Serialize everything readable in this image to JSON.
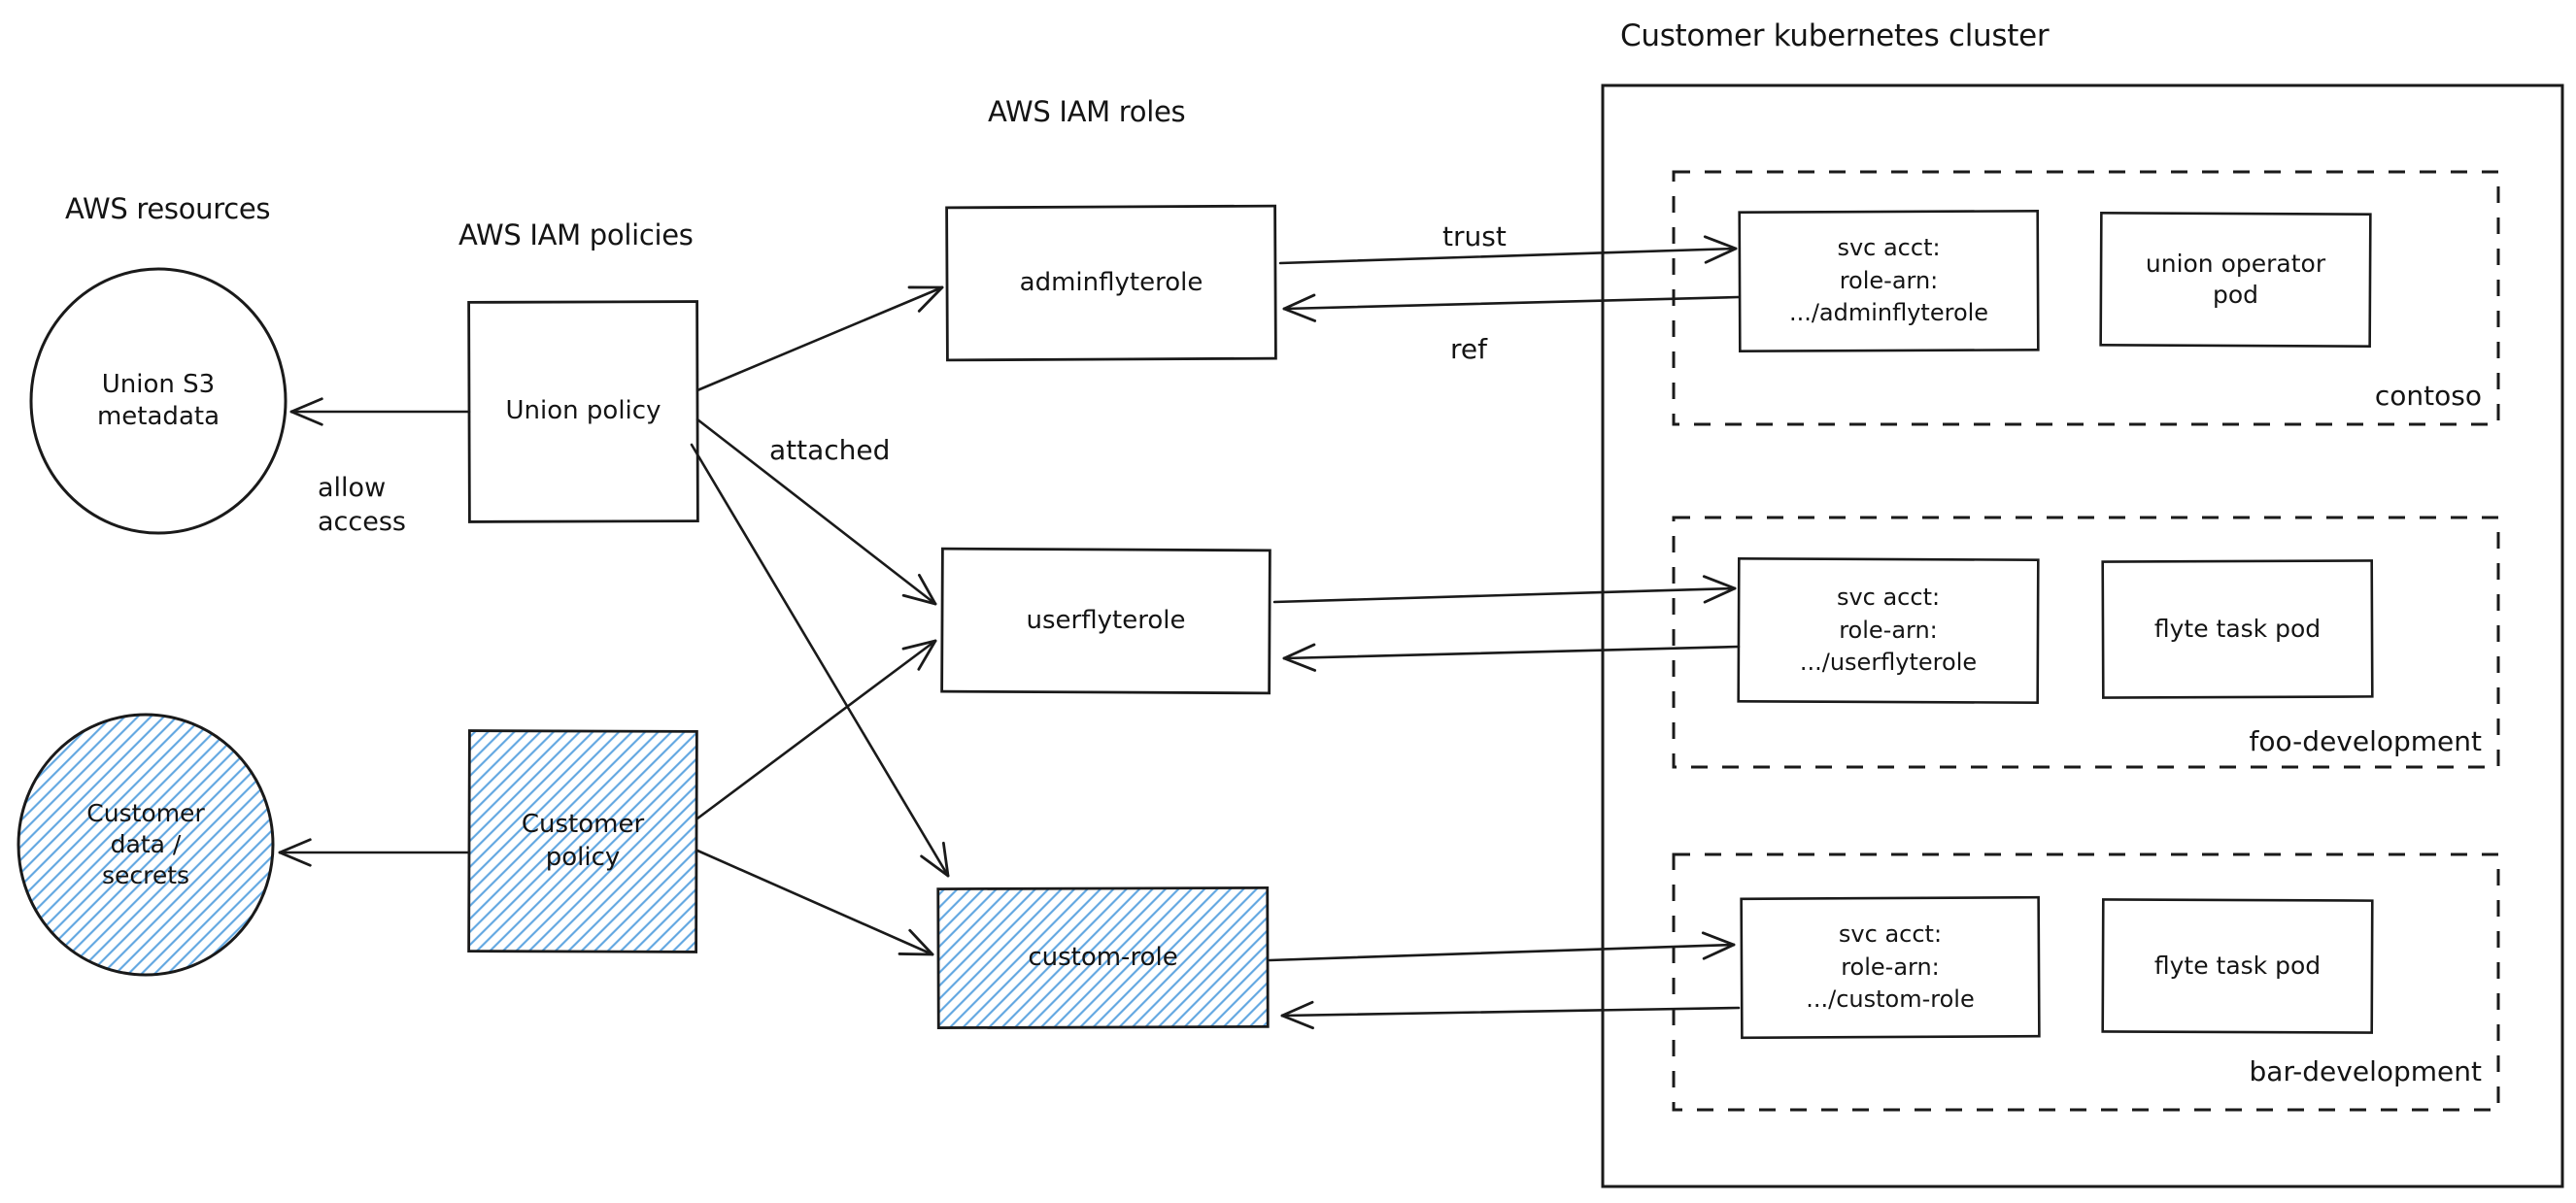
{
  "columns": {
    "resources": {
      "label": "AWS resources",
      "union_s3_metadata": "Union S3\nmetadata",
      "customer_data": "Customer\ndata /\nsecrets"
    },
    "policies": {
      "label": "AWS IAM policies",
      "union_policy": "Union policy",
      "customer_policy": "Customer\npolicy"
    },
    "roles": {
      "label": "AWS IAM roles",
      "admin_role": "adminflyterole",
      "user_role": "userflyterole",
      "custom_role": "custom-role"
    }
  },
  "cluster": {
    "title": "Customer kubernetes cluster",
    "namespaces": [
      {
        "name": "contoso",
        "svc_acct": "svc acct:\nrole-arn:\n.../adminflyterole",
        "pod": "union operator\npod"
      },
      {
        "name": "foo-development",
        "svc_acct": "svc acct:\nrole-arn:\n.../userflyterole",
        "pod": "flyte task pod"
      },
      {
        "name": "bar-development",
        "svc_acct": "svc acct:\nrole-arn:\n.../custom-role",
        "pod": "flyte task pod"
      }
    ]
  },
  "edge_labels": {
    "allow_access": "allow\naccess",
    "attached": "attached",
    "trust": "trust",
    "ref": "ref"
  },
  "colors": {
    "stroke": "#1a1a1a",
    "hatch_blue": "#55a0df"
  }
}
